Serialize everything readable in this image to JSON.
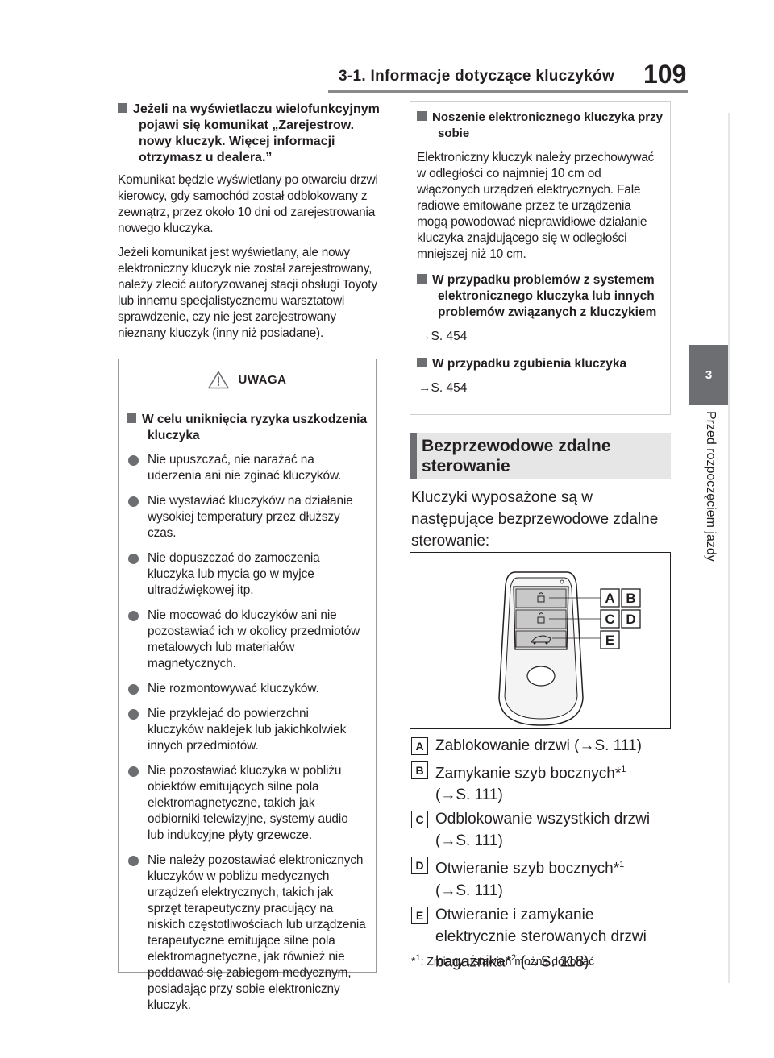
{
  "header": {
    "section_title": "3-1. Informacje dotyczące kluczyków",
    "page_number": "109",
    "tab_number": "3",
    "side_title": "Przed rozpoczęciem jazdy"
  },
  "left": {
    "heading": "Jeżeli na wyświetlaczu wielofunkcyjnym pojawi się komunikat „Zarejestrow. nowy kluczyk. Więcej informacji otrzymasz u dealera.”",
    "p1": "Komunikat będzie wyświetlany po otwarciu drzwi kierowcy, gdy samochód został odblokowany z zewnątrz, przez około 10 dni od zarejestrowania nowego kluczyka.",
    "p2": "Jeżeli komunikat jest wyświetlany, ale nowy elektroniczny kluczyk nie został zarejestrowany, należy zlecić autoryzowanej stacji obsługi Toyoty lub innemu specjalistycznemu warsztatowi sprawdzenie, czy nie jest zarejestrowany nieznany kluczyk (inny niż posiadane)."
  },
  "warning": {
    "title": "UWAGA",
    "heading": "W celu uniknięcia ryzyka uszkodzenia kluczyka",
    "bullets": [
      "Nie upuszczać, nie narażać na uderzenia ani nie zginać kluczyków.",
      "Nie wystawiać kluczyków na działanie wysokiej temperatury przez dłuższy czas.",
      "Nie dopuszczać do zamoczenia kluczyka lub mycia go w myjce ultradźwiękowej itp.",
      "Nie mocować do kluczyków ani nie pozostawiać ich w okolicy przedmiotów metalowych lub materiałów magnetycznych.",
      "Nie rozmontowywać kluczyków.",
      "Nie przyklejać do powierzchni kluczyków naklejek lub jakichkolwiek innych przedmiotów.",
      "Nie pozostawiać kluczyka w pobliżu obiektów emitujących silne pola elektromagnetyczne, takich jak odbiorniki telewizyjne, systemy audio lub indukcyjne płyty grzewcze.",
      "Nie należy pozostawiać elektronicznych kluczyków w pobliżu medycznych urządzeń elektrycznych, takich jak sprzęt terapeutyczny pracujący na niskich częstotliwościach lub urządzenia terapeutyczne emitujące silne pola elektromagnetyczne, jak również nie poddawać się zabiegom medycznym, posiadając przy sobie elektroniczny kluczyk."
    ]
  },
  "right_box": {
    "h1": "Noszenie elektronicznego kluczyka przy sobie",
    "p1": "Elektroniczny kluczyk należy przechowywać w odległości co najmniej 10 cm od włączonych urządzeń elektrycznych. Fale radiowe emitowane przez te urządzenia mogą powodować nieprawidłowe działanie kluczyka znajdującego się w odległości mniejszej niż 10 cm.",
    "h2": "W przypadku problemów z systemem elektronicznego kluczyka lub innych problemów związanych z kluczykiem",
    "ref2": "→S. 454",
    "h3": "W przypadku zgubienia kluczyka",
    "ref3": "→S. 454"
  },
  "section": {
    "title_line1": "Bezprzewodowe zdalne",
    "title_line2": "sterowanie",
    "intro": "Kluczyki wyposażone są w następujące bezprzewodowe zdalne sterowanie:"
  },
  "figure": {
    "labels": [
      "A",
      "B",
      "C",
      "D",
      "E"
    ]
  },
  "items": [
    {
      "label": "A",
      "text": "Zablokowanie drzwi (→S. 111)",
      "sup": ""
    },
    {
      "label": "B",
      "text": "Zamykanie szyb bocznych*",
      "sup": "1",
      "ref": "(→S. 111)"
    },
    {
      "label": "C",
      "text": "Odblokowanie wszystkich drzwi",
      "sup": "",
      "ref": "(→S. 111)"
    },
    {
      "label": "D",
      "text": "Otwieranie szyb bocznych*",
      "sup": "1",
      "ref": "(→S. 111)"
    },
    {
      "label": "E",
      "text": "Otwieranie i zamykanie elektrycznie sterowanych drzwi bagażnika*",
      "sup": "2",
      "ref": "(→S. 118)"
    }
  ],
  "footnote": {
    "mark": "*",
    "sup": "1",
    "text": ": Zmiany ustawień można dokonać"
  },
  "colors": {
    "accent_gray": "#6d6e71",
    "banner_bg": "#e6e6e6"
  }
}
